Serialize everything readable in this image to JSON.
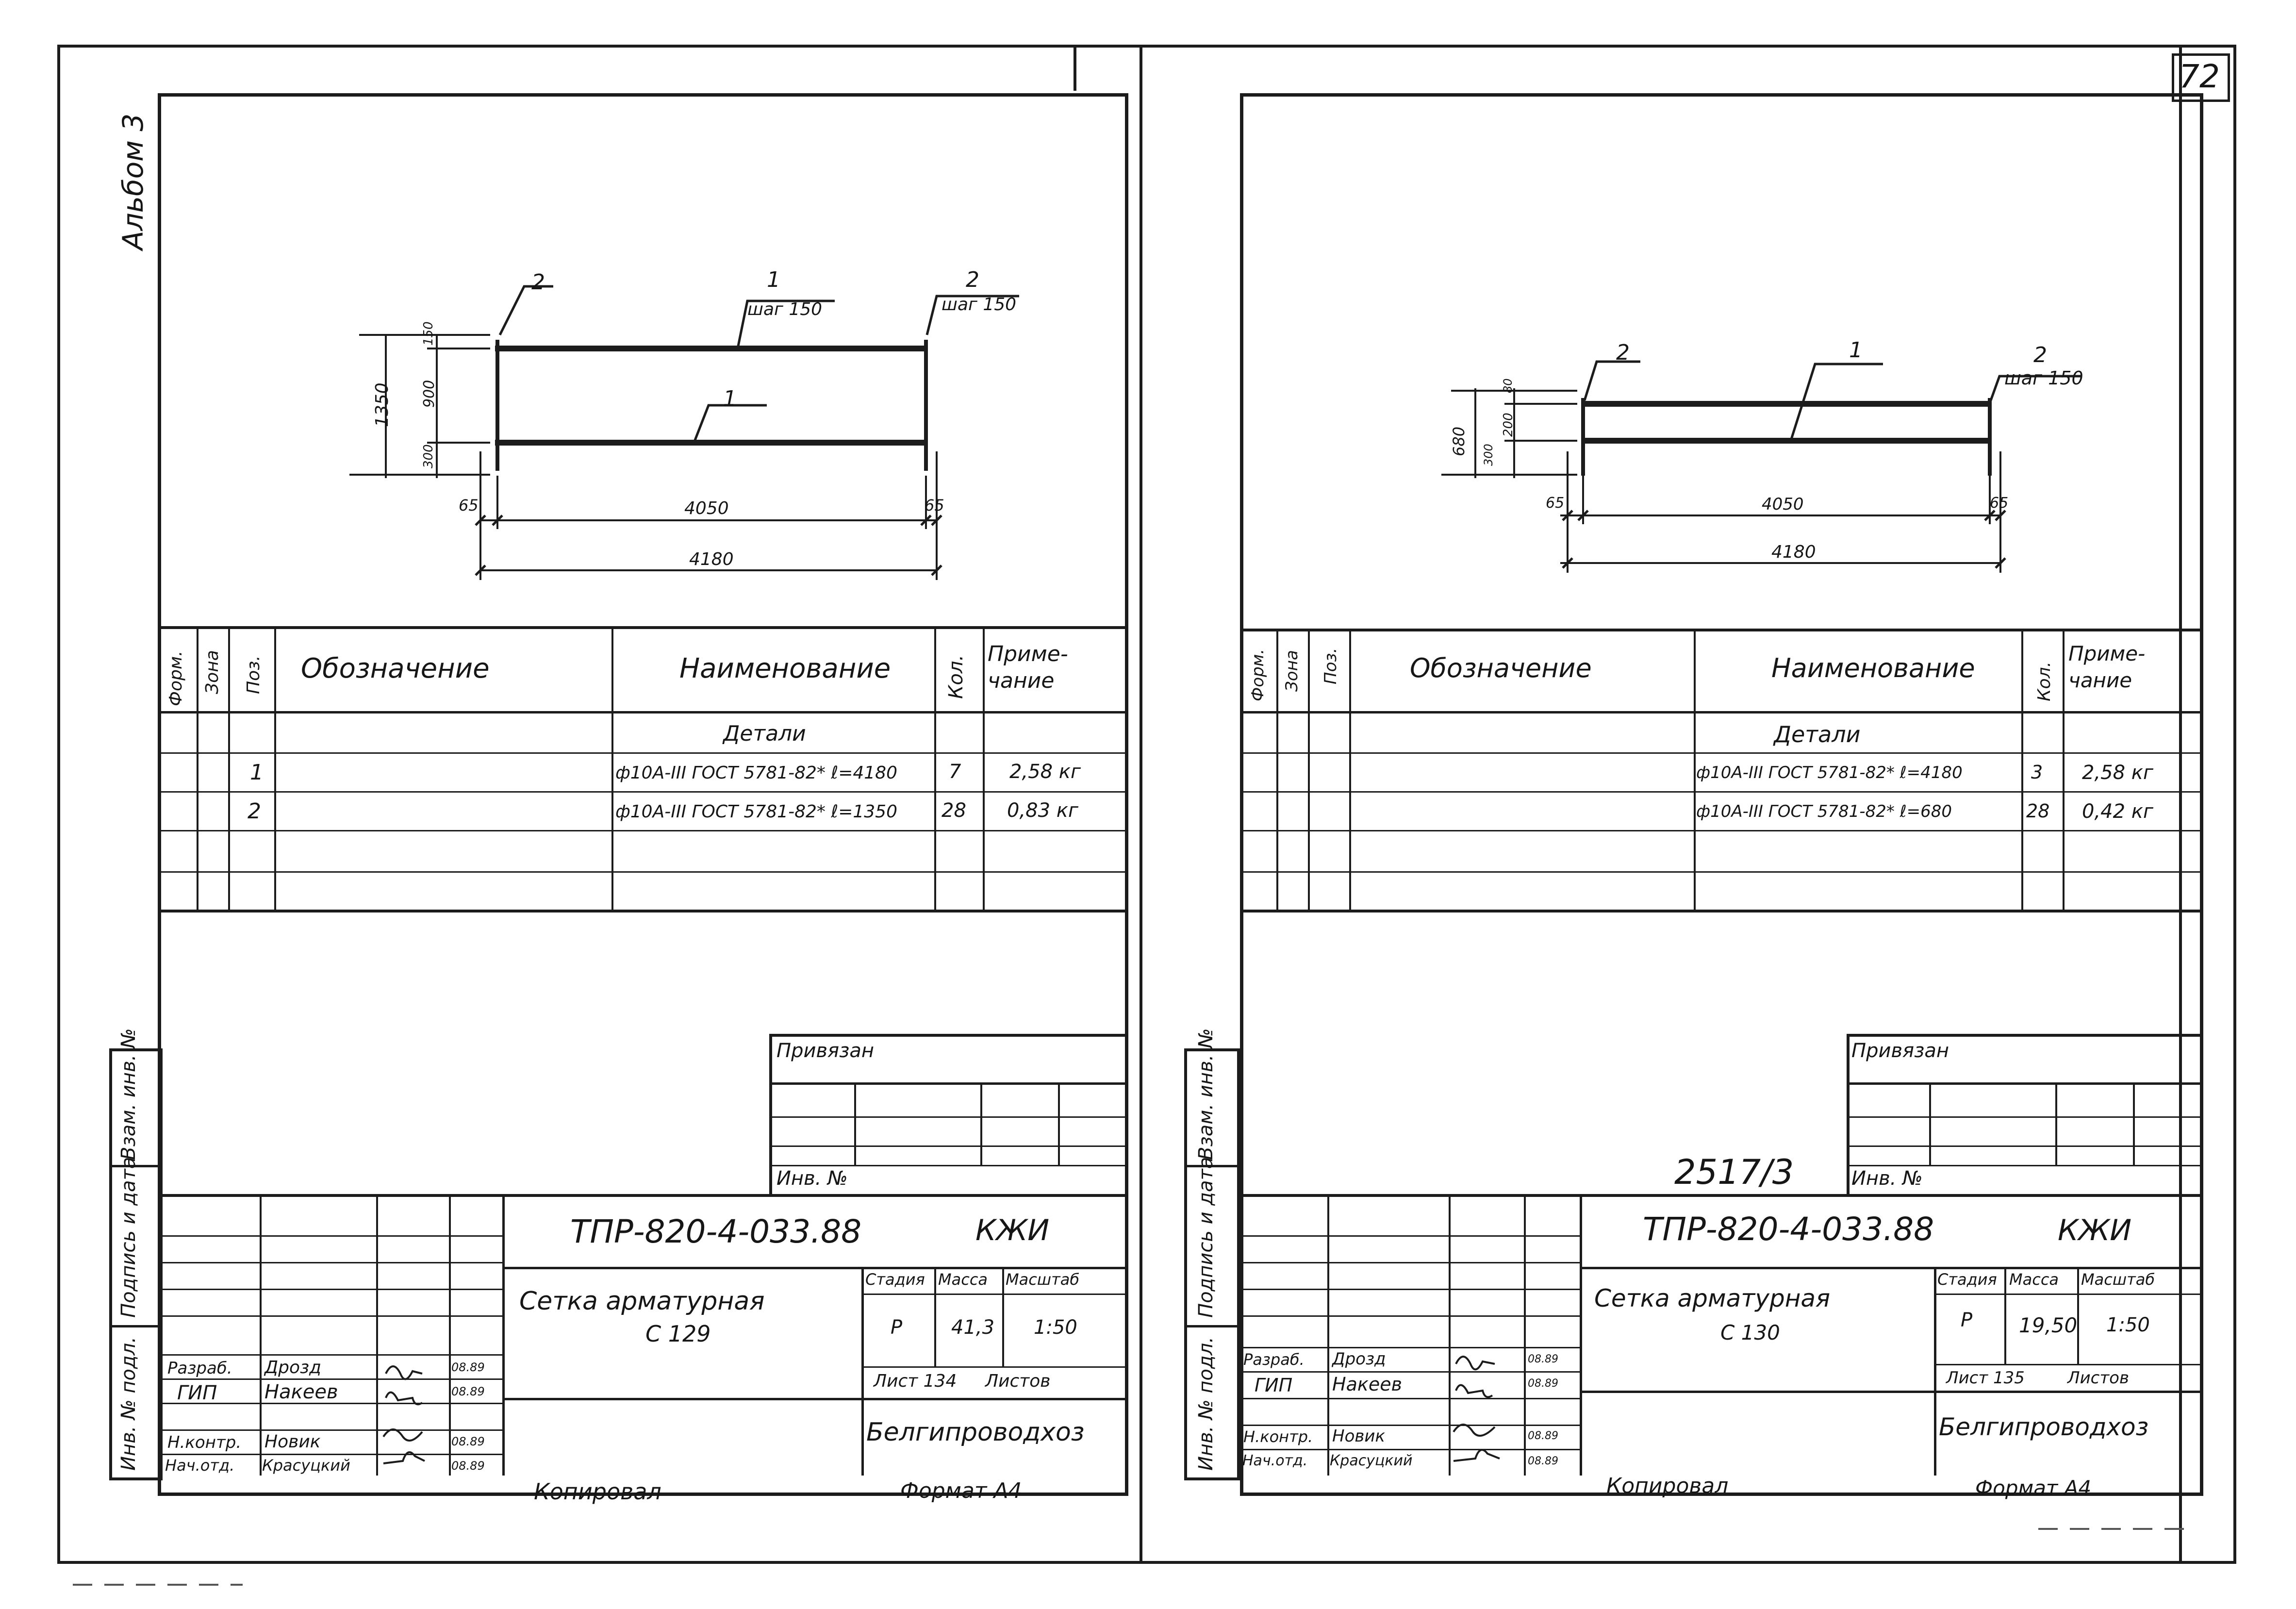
{
  "page_number": "72",
  "album_label": "Альбом 3",
  "sheets": [
    {
      "drawing": {
        "pos_labels": [
          "2",
          "1",
          "2",
          "1"
        ],
        "step_labels": [
          "шаг 150",
          "шаг 150"
        ],
        "dim_total_height": "1350",
        "dim_upper": "900",
        "dim_top": "150",
        "dim_lower": "300",
        "dim_left_overhang": "65",
        "dim_inner_length": "4050",
        "dim_right_overhang": "65",
        "dim_total_length": "4180"
      },
      "spec_headers": {
        "format": "Форм.",
        "zone": "Зона",
        "pos": "Поз.",
        "designation": "Обозначение",
        "name": "Наименование",
        "qty": "Кол.",
        "note": "Приме-чание"
      },
      "spec_section": "Детали",
      "spec_rows": [
        {
          "pos": "1",
          "name": "ф10А-III ГОСТ 5781-82* ℓ=4180",
          "qty": "7",
          "note": "2,58 кг"
        },
        {
          "pos": "2",
          "name": "ф10А-III ГОСТ 5781-82* ℓ=1350",
          "qty": "28",
          "note": "0,83 кг"
        }
      ],
      "linked_label": "Привязан",
      "inv_label": "Инв. №",
      "side_labels": [
        "Инв. № подл.",
        "Подпись и дата",
        "Взам. инв. №"
      ],
      "title_block": {
        "doc_code": "ТПР-820-4-033.88",
        "doc_mark": "КЖИ",
        "title_line1": "Сетка арматурная",
        "title_line2": "С 129",
        "stage_label": "Стадия",
        "mass_label": "Масса",
        "scale_label": "Масштаб",
        "stage": "Р",
        "mass": "41,3",
        "scale": "1:50",
        "sheet_label": "Лист 134",
        "sheets_label": "Листов",
        "org": "Белгипроводхоз",
        "people": [
          {
            "role": "Разраб.",
            "name": "Дрозд",
            "date": "08.89"
          },
          {
            "role": "ГИП",
            "name": "Накеев",
            "date": "08.89"
          },
          {
            "role": "Н.контр.",
            "name": "Новик",
            "date": "08.89"
          },
          {
            "role": "Нач.отд.",
            "name": "Красуцкий",
            "date": "08.89"
          }
        ]
      },
      "copied_label": "Копировал",
      "format_label": "Формат А4"
    },
    {
      "drawing": {
        "pos_labels": [
          "2",
          "1",
          "2"
        ],
        "step_labels": [
          "шаг 150"
        ],
        "dim_total_height": "680",
        "dim_upper": "200",
        "dim_top": "80",
        "dim_lower": "300",
        "dim_left_overhang": "65",
        "dim_inner_length": "4050",
        "dim_right_overhang": "65",
        "dim_total_length": "4180"
      },
      "spec_headers": {
        "format": "Форм.",
        "zone": "Зона",
        "pos": "Поз.",
        "designation": "Обозначение",
        "name": "Наименование",
        "qty": "Кол.",
        "note": "Приме-чание"
      },
      "spec_section": "Детали",
      "spec_rows": [
        {
          "pos": "",
          "name": "ф10А-III ГОСТ 5781-82* ℓ=4180",
          "qty": "3",
          "note": "2,58 кг"
        },
        {
          "pos": "",
          "name": "ф10А-III ГОСТ 5781-82* ℓ=680",
          "qty": "28",
          "note": "0,42 кг"
        }
      ],
      "linked_label": "Привязан",
      "inv_label": "Инв. №",
      "archive_number": "2517/3",
      "side_labels": [
        "Инв. № подл.",
        "Подпись и дата",
        "Взам. инв. №"
      ],
      "title_block": {
        "doc_code": "ТПР-820-4-033.88",
        "doc_mark": "КЖИ",
        "title_line1": "Сетка арматурная",
        "title_line2": "С 130",
        "stage_label": "Стадия",
        "mass_label": "Масса",
        "scale_label": "Масштаб",
        "stage": "Р",
        "mass": "19,50",
        "scale": "1:50",
        "sheet_label": "Лист 135",
        "sheets_label": "Листов",
        "org": "Белгипроводхоз",
        "people": [
          {
            "role": "Разраб.",
            "name": "Дрозд",
            "date": "08.89"
          },
          {
            "role": "ГИП",
            "name": "Накеев",
            "date": "08.89"
          },
          {
            "role": "Н.контр.",
            "name": "Новик",
            "date": "08.89"
          },
          {
            "role": "Нач.отд.",
            "name": "Красуцкий",
            "date": "08.89"
          }
        ]
      },
      "copied_label": "Копировал",
      "format_label": "Формат А4"
    }
  ]
}
